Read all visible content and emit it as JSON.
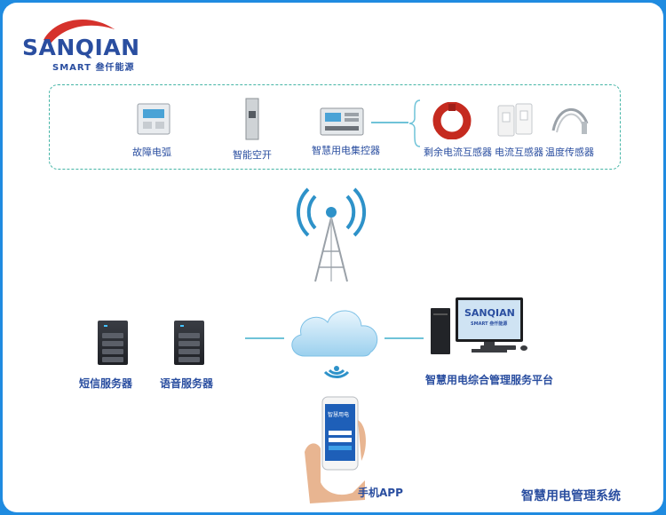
{
  "logo": {
    "brand": "SANQIAN",
    "tagline": "SMART 叁仟能源",
    "colors": {
      "blue": "#2a4ea0",
      "red": "#d6322c"
    }
  },
  "devices": {
    "fault_arc": "故障电弧",
    "smart_breaker": "智能空开",
    "controller": "智慧用电集控器",
    "residual_ct": "剩余电流互感器",
    "current_ct": "电流互感器",
    "temp_sensor": "温度传感器"
  },
  "servers": {
    "sms": "短信服务器",
    "voice": "语音服务器"
  },
  "platform": {
    "label": "智慧用电综合管理服务平台",
    "screen_logo": "SANQIAN",
    "screen_logo_sub": "SMART 叁仟能源"
  },
  "app": {
    "label": "手机APP",
    "screen_title": "智慧用电"
  },
  "system_title": "智慧用电管理系统",
  "icons": [
    "tower-antenna-icon",
    "cloud-icon",
    "wifi-icon",
    "server-icon",
    "desktop-computer-icon",
    "smartphone-icon"
  ]
}
